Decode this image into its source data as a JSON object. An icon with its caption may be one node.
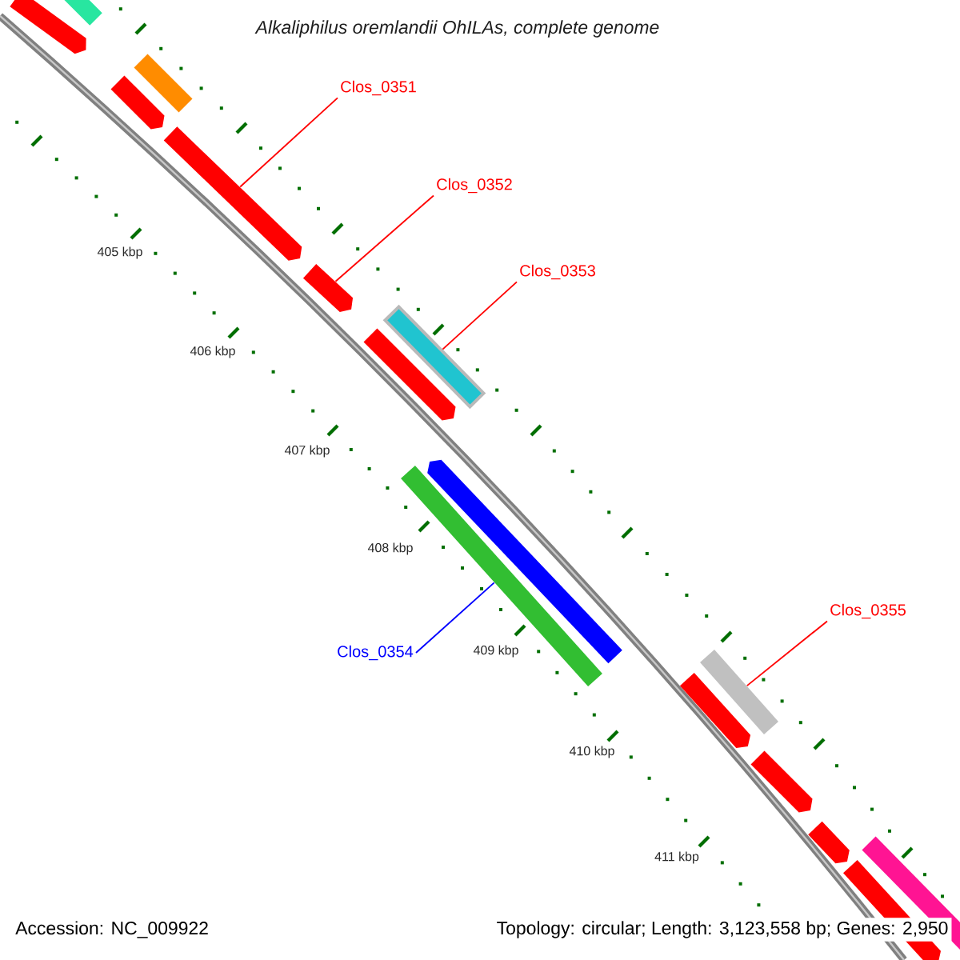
{
  "diagram": {
    "title": "Alkaliphilus oremlandii OhILAs, complete genome",
    "nodes": [
      {
        "text": [
          "Clos_0351"
        ]
      },
      {
        "text": [
          "Clos_0352"
        ]
      },
      {
        "text": [
          "Clos_0353"
        ]
      },
      {
        "text": [
          "Clos_0354"
        ]
      },
      {
        "text": [
          "Clos_0355"
        ]
      },
      {
        "text": [],
        "shape": "bar"
      },
      {
        "text": [],
        "shape": "arrow"
      },
      {
        "text": [],
        "shape": "bar"
      },
      {
        "text": [],
        "shape": "arrow"
      },
      {
        "text": [],
        "shape": "arrow"
      },
      {
        "text": [],
        "shape": "arrow"
      },
      {
        "text": [],
        "shape": "bar"
      },
      {
        "text": [],
        "shape": "arrow"
      },
      {
        "text": [],
        "shape": "arrow"
      },
      {
        "text": [],
        "shape": "bar"
      },
      {
        "text": [],
        "shape": "bar"
      },
      {
        "text": [],
        "shape": "arrow"
      },
      {
        "text": [],
        "shape": "arrow"
      },
      {
        "text": [],
        "shape": "arrow"
      },
      {
        "text": [],
        "shape": "bar"
      },
      {
        "text": [],
        "shape": "arrow"
      }
    ],
    "edges": [
      {
        "from": 0,
        "to": 9,
        "arrow": "none"
      },
      {
        "from": 1,
        "to": 10,
        "arrow": "none"
      },
      {
        "from": 2,
        "to": 11,
        "arrow": "none"
      },
      {
        "from": 3,
        "to": 14,
        "arrow": "none",
        "color": "#0000ff"
      },
      {
        "from": 4,
        "to": 15,
        "arrow": "none"
      }
    ],
    "labels": [
      "405 kbp",
      "406 kbp",
      "407 kbp",
      "408 kbp",
      "409 kbp",
      "410 kbp",
      "411 kbp",
      "Accession: NC_009922",
      "Topology: circular; Length: 3,123,558 bp; Genes: 2,950"
    ]
  }
}
